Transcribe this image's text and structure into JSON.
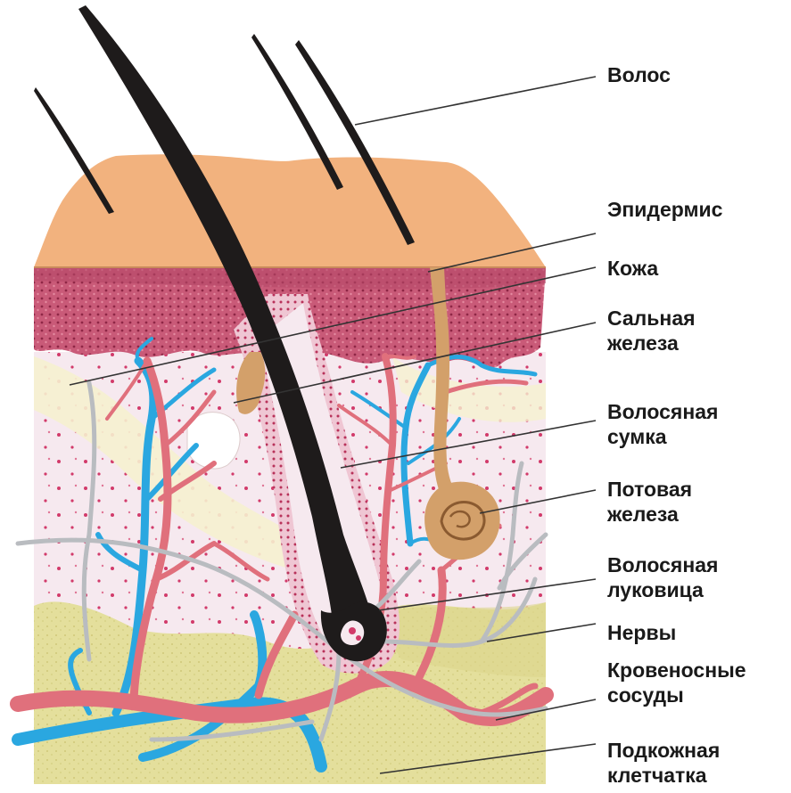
{
  "labels": {
    "hair": "Волос",
    "epidermis": "Эпидермис",
    "dermis": "Кожа",
    "sebaceous_1": "Сальная",
    "sebaceous_2": "железа",
    "follicle_1": "Волосяная",
    "follicle_2": "сумка",
    "sweat_1": "Потовая",
    "sweat_2": "железа",
    "bulb_1": "Волосяная",
    "bulb_2": "луковица",
    "nerves": "Нервы",
    "vessels_1": "Кровеносные",
    "vessels_2": "сосуды",
    "subcutaneous_1": "Подкожная",
    "subcutaneous_2": "клетчатка"
  },
  "colors": {
    "epidermis_surface": "#f2b27e",
    "dermis": "#c95a78",
    "dermis_dots": "#8f2746",
    "connective_tissue": "#f6e9ef",
    "fat_tissue": "#e4df9c",
    "hair": "#1e1b1b",
    "artery": "#e0707c",
    "vein": "#2aa7e0",
    "nerve": "#b9bcc0",
    "sweat_gland": "#d3a06a",
    "leader_line": "#333333"
  }
}
